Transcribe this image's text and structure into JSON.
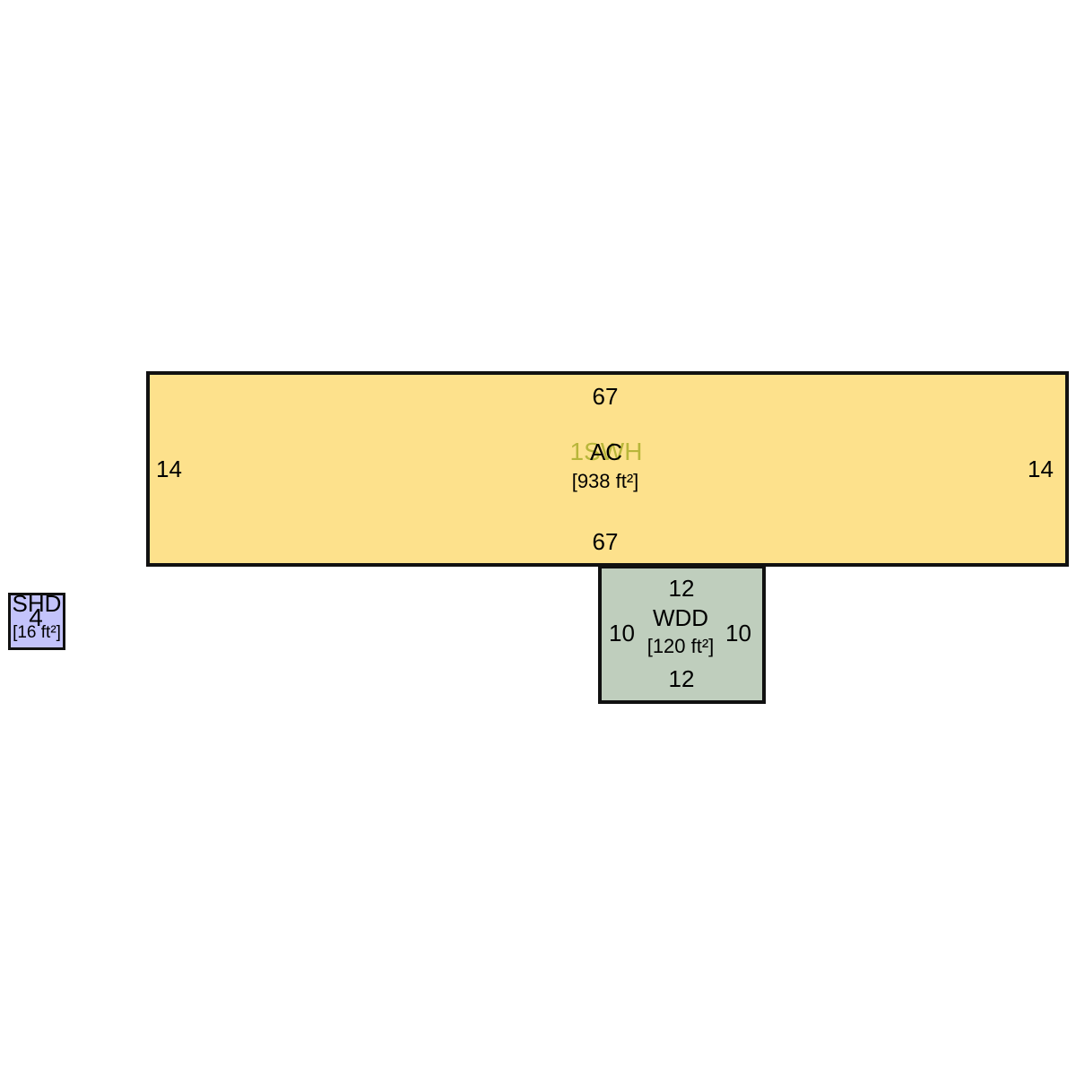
{
  "colors": {
    "main_fill": "#fde18c",
    "wdd_fill": "#bfcebd",
    "shd_fill": "#c3c3fb",
    "outline": "#111111",
    "ghost_text": "#b8b63a"
  },
  "rooms": [
    {
      "code": "AC",
      "ghost_label": "1SWH",
      "area": "[938 ft²]",
      "dims": {
        "top": "67",
        "bottom": "67",
        "left": "14",
        "right": "14"
      }
    },
    {
      "code": "WDD",
      "area": "[120 ft²]",
      "dims": {
        "top": "12",
        "bottom": "12",
        "left": "10",
        "right": "10"
      }
    },
    {
      "code": "SHD",
      "overlap_label": "4",
      "area": "[16 ft²]"
    }
  ]
}
